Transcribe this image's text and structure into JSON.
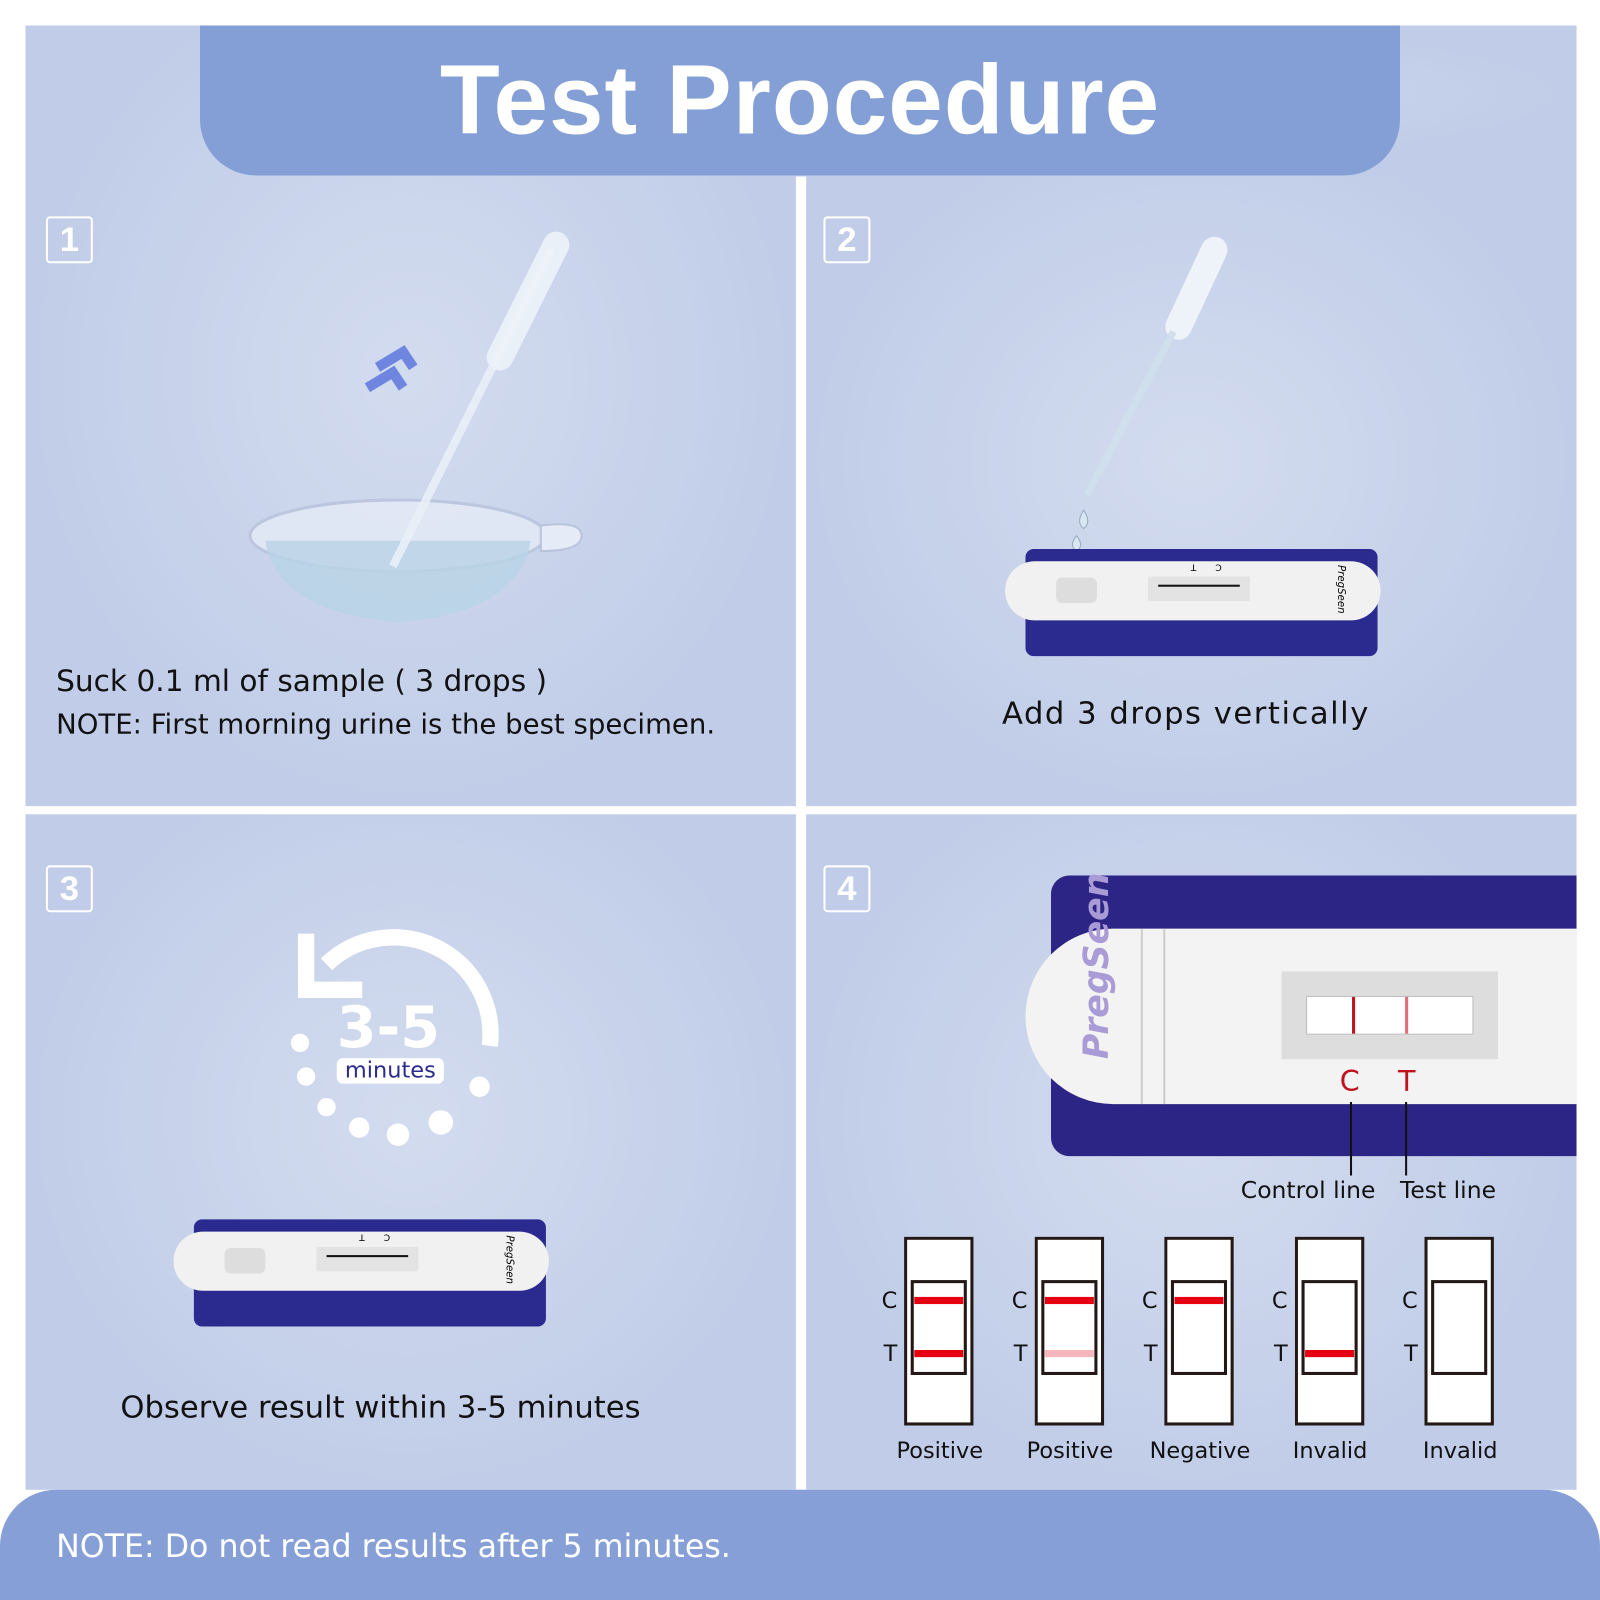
{
  "title": "Test Procedure",
  "brand": "PregSeen",
  "colors": {
    "header": "#849fd6",
    "panel": "#c3cfe8",
    "cassette_blue": "#2a2a8f",
    "line_red": "#e60012",
    "faint_red": "#f7b6bc"
  },
  "steps": [
    {
      "number": "1",
      "text": "Suck 0.1 ml of sample ( 3 drops )",
      "note": "NOTE: First morning urine is the best specimen."
    },
    {
      "number": "2",
      "text": "Add 3 drops vertically"
    },
    {
      "number": "3",
      "text": "Observe result within 3-5 minutes",
      "timer_value": "3-5",
      "timer_unit": "minutes"
    },
    {
      "number": "4",
      "control_label": "Control line",
      "test_label": "Test line",
      "c": "C",
      "t": "T"
    }
  ],
  "cassette_marks": {
    "t": "T",
    "c": "C"
  },
  "results": [
    {
      "label": "Positive",
      "c_line": "strong",
      "t_line": "strong"
    },
    {
      "label": "Positive",
      "c_line": "strong",
      "t_line": "faint"
    },
    {
      "label": "Negative",
      "c_line": "strong",
      "t_line": "none"
    },
    {
      "label": "Invalid",
      "c_line": "none",
      "t_line": "strong"
    },
    {
      "label": "Invalid",
      "c_line": "none",
      "t_line": "none"
    }
  ],
  "footer_note": "NOTE: Do not read results after 5 minutes."
}
